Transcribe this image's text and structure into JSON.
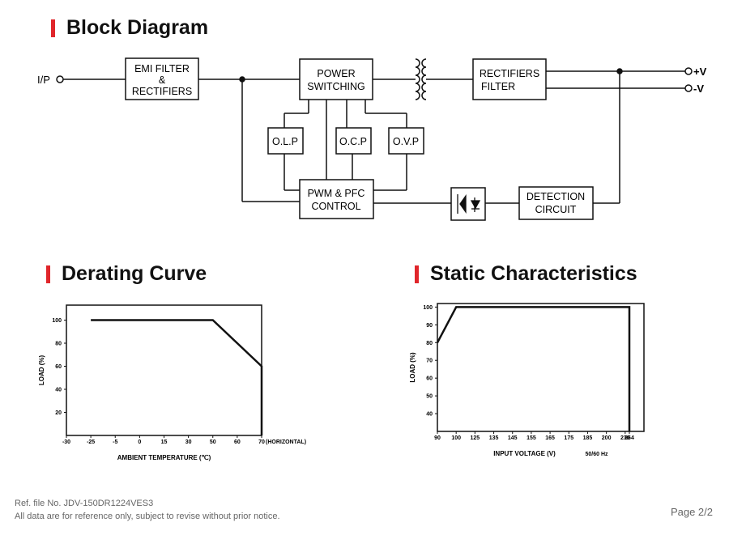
{
  "sections": {
    "block_diagram": "Block Diagram",
    "derating": "Derating Curve",
    "static": "Static Characteristics"
  },
  "block_diagram": {
    "input_label": "I/P",
    "emi": [
      "EMI FILTER",
      "&",
      "RECTIFIERS"
    ],
    "power_switching": [
      "POWER",
      "SWITCHING"
    ],
    "rectifiers_filter": [
      "RECTIFIERS",
      "FILTER"
    ],
    "olp": "O.L.P",
    "ocp": "O.C.P",
    "ovp": "O.V.P",
    "pwm": [
      "PWM & PFC",
      "CONTROL"
    ],
    "detection": [
      "DETECTION",
      "CIRCUIT"
    ],
    "out_pos": "+V",
    "out_neg": "-V"
  },
  "chart_data": [
    {
      "type": "line",
      "ylabel": "LOAD (%)",
      "xlabel": "AMBIENT TEMPERATURE (℃)",
      "x_note": "(HORIZONTAL)",
      "xticks": [
        "-30",
        "-25",
        "-5",
        "0",
        "15",
        "30",
        "50",
        "60",
        "70"
      ],
      "yticks": [
        "20",
        "40",
        "60",
        "80",
        "100"
      ],
      "series": [
        {
          "x": [
            -25,
            50,
            70,
            70
          ],
          "y": [
            100,
            100,
            60,
            0
          ]
        }
      ]
    },
    {
      "type": "line",
      "ylabel": "LOAD (%)",
      "xlabel": "INPUT VOLTAGE (V)",
      "x_note": "50/60 Hz",
      "xticks": [
        "90",
        "100",
        "125",
        "135",
        "145",
        "155",
        "165",
        "175",
        "185",
        "200",
        "230",
        "264"
      ],
      "yticks": [
        "40",
        "50",
        "60",
        "70",
        "80",
        "90",
        "100"
      ],
      "series": [
        {
          "x": [
            90,
            100,
            264,
            264
          ],
          "y": [
            80,
            100,
            100,
            30
          ]
        }
      ]
    }
  ],
  "footer": {
    "ref": "Ref. file No. JDV-150DR1224VES3",
    "note": "All data are for reference only, subject to revise without prior notice.",
    "page": "Page 2/2"
  }
}
